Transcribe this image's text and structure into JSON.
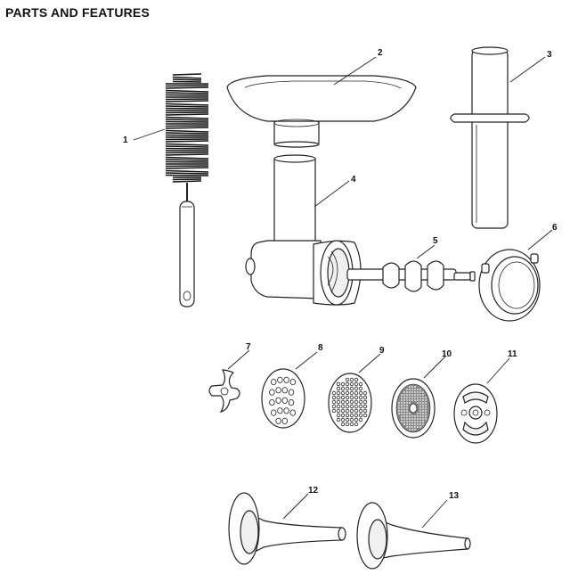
{
  "page": {
    "title": "PARTS AND FEATURES"
  },
  "parts": [
    {
      "number": "1",
      "icon": "cleaning-brush"
    },
    {
      "number": "2",
      "icon": "food-tray"
    },
    {
      "number": "3",
      "icon": "food-pusher"
    },
    {
      "number": "4",
      "icon": "grinder-body"
    },
    {
      "number": "5",
      "icon": "grind-worm"
    },
    {
      "number": "6",
      "icon": "ring-nut"
    },
    {
      "number": "7",
      "icon": "cross-blade"
    },
    {
      "number": "8",
      "icon": "coarse-grinding-plate"
    },
    {
      "number": "9",
      "icon": "medium-grinding-plate"
    },
    {
      "number": "10",
      "icon": "fine-grinding-plate"
    },
    {
      "number": "11",
      "icon": "stuffer-plate"
    },
    {
      "number": "12",
      "icon": "small-sausage-stuffer-tube"
    },
    {
      "number": "13",
      "icon": "large-sausage-stuffer-tube"
    }
  ]
}
